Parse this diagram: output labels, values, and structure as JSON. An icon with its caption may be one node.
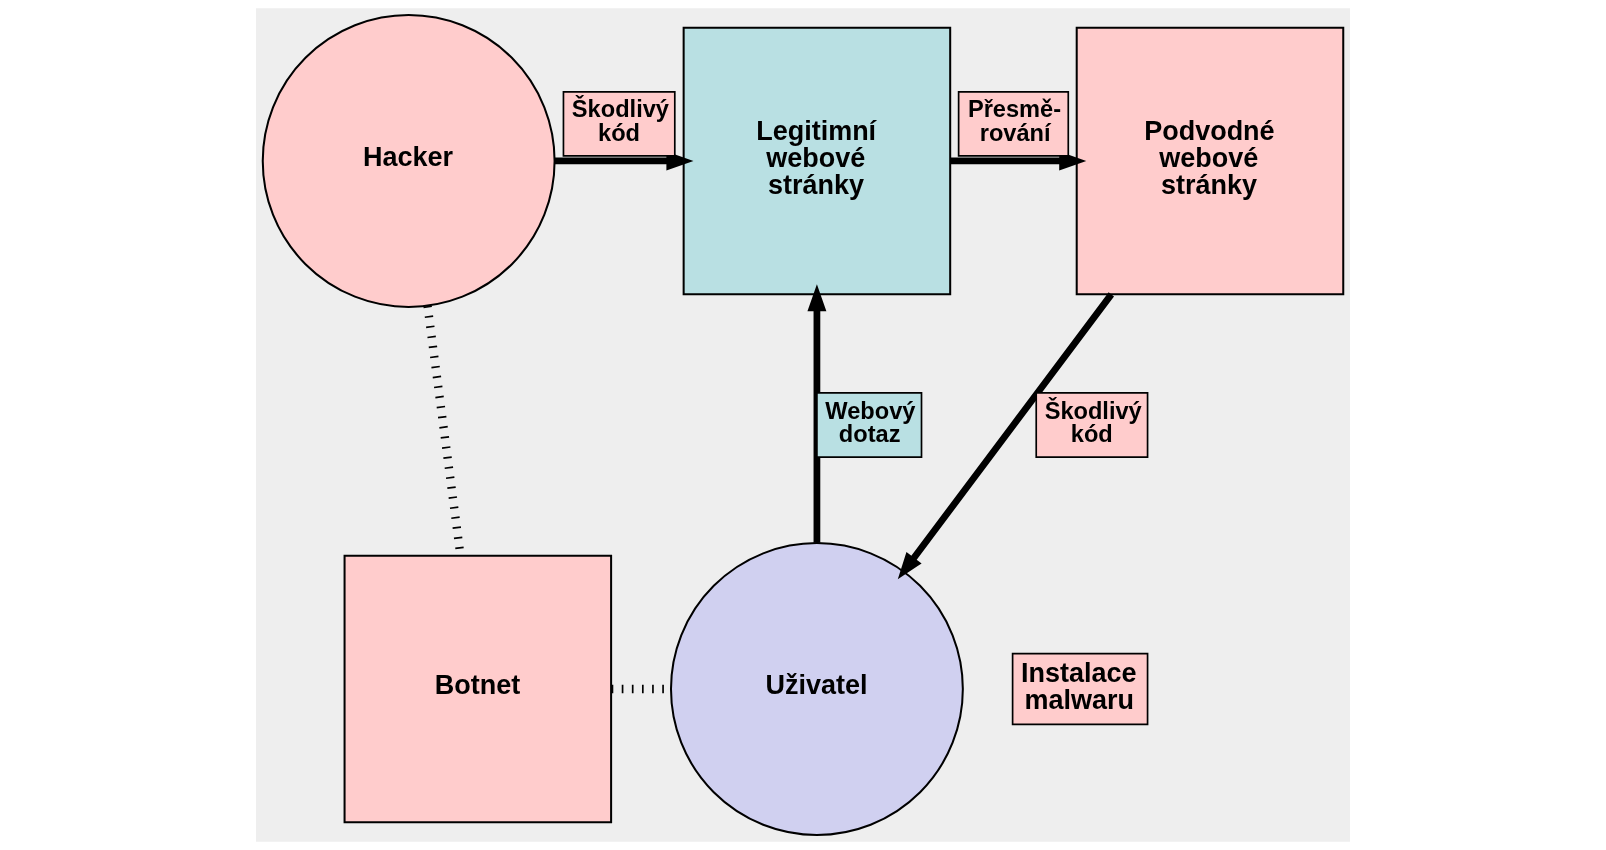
{
  "diagram": {
    "nodes": [
      {
        "text": [
          "Hacker"
        ]
      },
      {
        "text": [
          "Legitimní webové stránky"
        ]
      },
      {
        "text": [
          "Podvodné webové stránky"
        ]
      },
      {
        "text": [
          "Botnet"
        ]
      },
      {
        "text": [
          "Uživatel"
        ],
        "beside": [
          "Instalace malwaru"
        ]
      }
    ],
    "edges": [
      {
        "from": 0,
        "to": 1,
        "arrow": "to",
        "label": "Škodlivý kód"
      },
      {
        "from": 1,
        "to": 2,
        "arrow": "to",
        "label": "Přesmě- rování"
      },
      {
        "from": 4,
        "to": 1,
        "arrow": "to",
        "label": "Webový dotaz"
      },
      {
        "from": 2,
        "to": 4,
        "arrow": "to",
        "label": "Škodlivý kód"
      },
      {
        "from": 0,
        "to": 3,
        "arrow": "none",
        "style": "dashed"
      },
      {
        "from": 3,
        "to": 4,
        "arrow": "none",
        "style": "dashed"
      }
    ]
  }
}
